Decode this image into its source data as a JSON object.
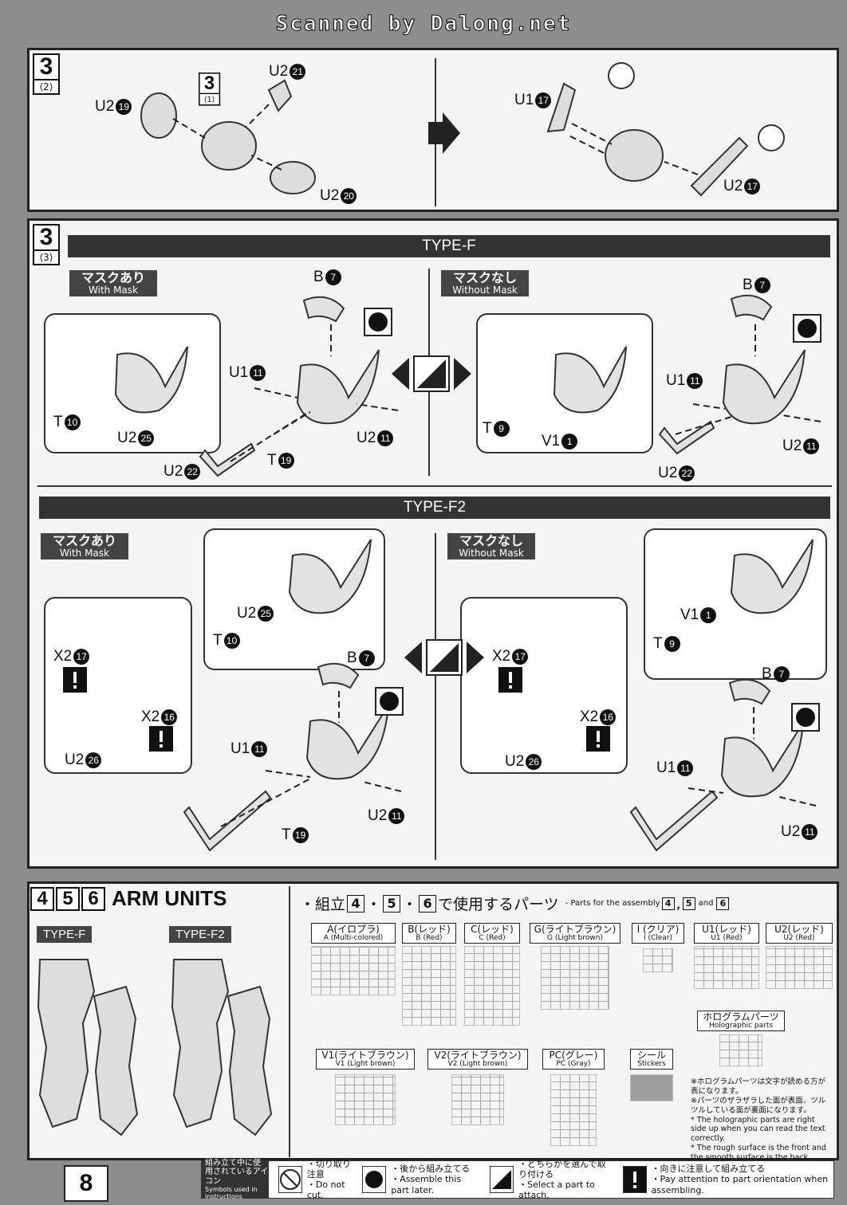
{
  "header": {
    "scan_credit": "Scanned by Dalong.net"
  },
  "step3_2": {
    "badge": "3",
    "sub": "⟨2⟩",
    "inner_badge": "3",
    "inner_sub": "⟨1⟩",
    "labels": {
      "u2_19": "U2",
      "u2_19n": "19",
      "u2_21": "U2",
      "u2_21n": "21",
      "u2_20": "U2",
      "u2_20n": "20",
      "u1_17": "U1",
      "u1_17n": "17",
      "u2_17": "U2",
      "u2_17n": "17"
    }
  },
  "step3_3": {
    "badge": "3",
    "sub": "⟨3⟩",
    "type_f": "TYPE-F",
    "type_f2": "TYPE-F2",
    "with_mask_jp": "マスクあり",
    "with_mask_en": "With Mask",
    "without_mask_jp": "マスクなし",
    "without_mask_en": "Without Mask",
    "labels": {
      "B": "B",
      "B_n": "7",
      "U1": "U1",
      "U1_n": "11",
      "U2": "U2",
      "U2_11": "11",
      "U2_22": "22",
      "U2_25": "25",
      "U2_26": "26",
      "T": "T",
      "T_10": "10",
      "T_19": "19",
      "T_9": "9",
      "V1": "V1",
      "V1_n": "1",
      "X2": "X2",
      "X2_17": "17",
      "X2_16": "16"
    }
  },
  "arm": {
    "numbers": [
      "4",
      "5",
      "6"
    ],
    "title": "ARM UNITS",
    "type_f": "TYPE-F",
    "type_f2": "TYPE-F2",
    "parts_prefix": "・組立",
    "parts_suffix": "で使用するパーツ",
    "parts_en": "- Parts for the assembly",
    "parts_en_and": "and",
    "runners_row1": [
      {
        "jp": "A(イロプラ)",
        "en": "A (Multi-colored)"
      },
      {
        "jp": "B(レッド)",
        "en": "B (Red)"
      },
      {
        "jp": "C(レッド)",
        "en": "C (Red)"
      },
      {
        "jp": "G(ライトブラウン)",
        "en": "G (Light brown)"
      },
      {
        "jp": "I (クリア)",
        "en": "I (Clear)"
      },
      {
        "jp": "U1(レッド)",
        "en": "U1 (Red)"
      },
      {
        "jp": "U2(レッド)",
        "en": "U2 (Red)"
      }
    ],
    "runners_row2": [
      {
        "jp": "V1(ライトブラウン)",
        "en": "V1 (Light brown)"
      },
      {
        "jp": "V2(ライトブラウン)",
        "en": "V2 (Light brown)"
      },
      {
        "jp": "PC(グレー)",
        "en": "PC (Gray)"
      },
      {
        "jp": "シール",
        "en": "Stickers"
      }
    ],
    "holo": {
      "jp": "ホログラムパーツ",
      "en": "Holographic parts"
    },
    "notes": [
      "※ホログラムパーツは文字が読める方が表になります。",
      "※パーツのザラザラした面が表面、ツルツルしている面が裏面になります。",
      "* The holographic parts are right side up when you can read the text correctly.",
      "* The rough surface is the front and the smooth surface is the back."
    ]
  },
  "footer": {
    "page": "8",
    "legend_head_jp": "組み立て中に使用されているアイコン",
    "legend_head_en": "Symbols used in instructions",
    "items": [
      {
        "jp": "・切り取り注意",
        "en": "・Do not cut."
      },
      {
        "jp": "・後から組み立てる",
        "en": "・Assemble this part later."
      },
      {
        "jp": "・どちらかを選んで取り付ける",
        "en": "・Select a part to attach."
      },
      {
        "jp": "・向きに注意して組み立てる",
        "en": "・Pay attention to part orientation when assembling."
      }
    ]
  }
}
